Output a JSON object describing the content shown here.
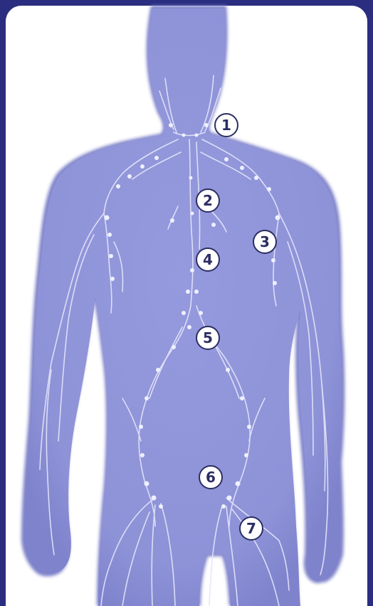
{
  "colors": {
    "frame": "#2b2e80",
    "panel": "#ffffff",
    "body_fill": "#8f93d8",
    "body_edge": "#7b7fc9",
    "lymph_lines": "#e4e6fb",
    "marker_fill": "#ffffff",
    "marker_stroke": "#2b2e62"
  },
  "figure": {
    "subject": "human-body-silhouette",
    "overlay": "lymphatic-network"
  },
  "markers": [
    {
      "label": "1"
    },
    {
      "label": "2"
    },
    {
      "label": "3"
    },
    {
      "label": "4"
    },
    {
      "label": "5"
    },
    {
      "label": "6"
    },
    {
      "label": "7"
    }
  ]
}
